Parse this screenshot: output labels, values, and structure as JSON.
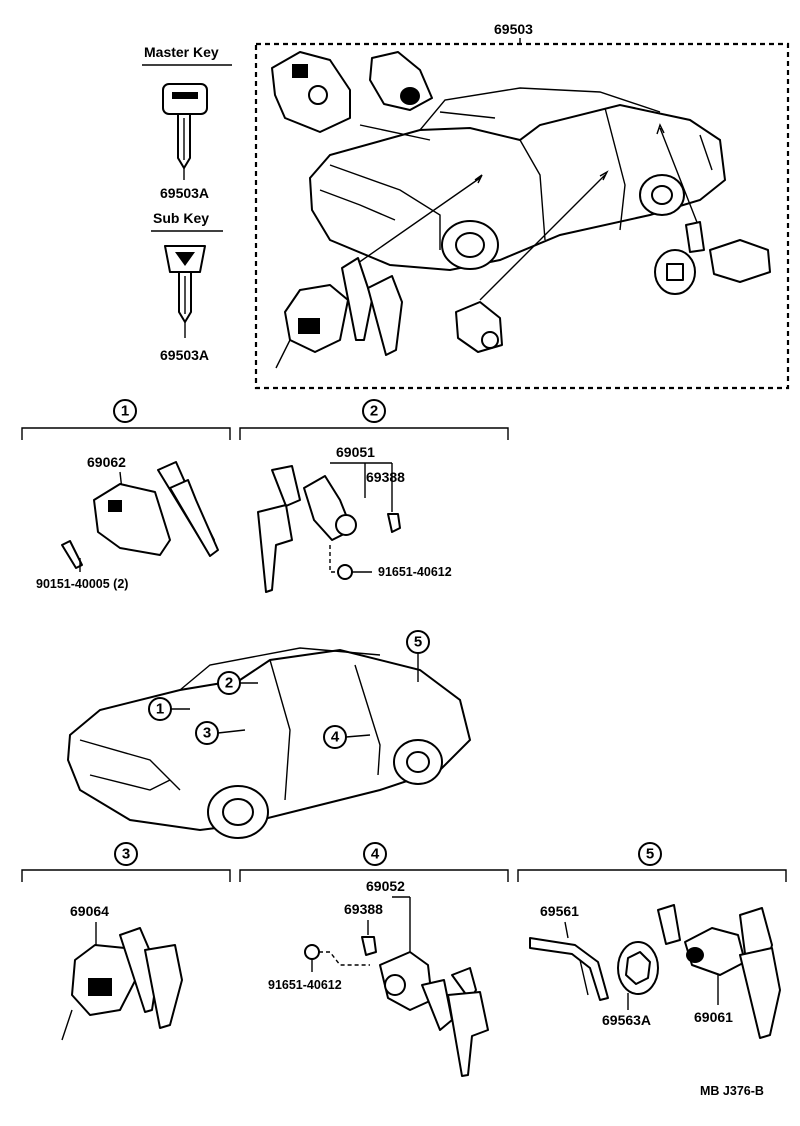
{
  "title_code": "69503",
  "keys": {
    "master_title": "Master Key",
    "master_part": "69503A",
    "sub_title": "Sub Key",
    "sub_part": "69503A"
  },
  "sections": {
    "s1": {
      "callout": "1",
      "part_main": "69062",
      "part_screw": "90151-40005 (2)"
    },
    "s2": {
      "callout": "2",
      "part_main": "69051",
      "part_clip": "69388",
      "part_bolt": "91651-40612"
    },
    "s3": {
      "callout": "3",
      "part_main": "69064"
    },
    "s4": {
      "callout": "4",
      "part_main": "69052",
      "part_clip": "69388",
      "part_bolt": "91651-40612"
    },
    "s5": {
      "callout": "5",
      "part_rod": "69561",
      "part_ring": "69563A",
      "part_cyl": "69061"
    }
  },
  "car_callouts": [
    "1",
    "2",
    "3",
    "4",
    "5"
  ],
  "footer": "MB  J376-B"
}
